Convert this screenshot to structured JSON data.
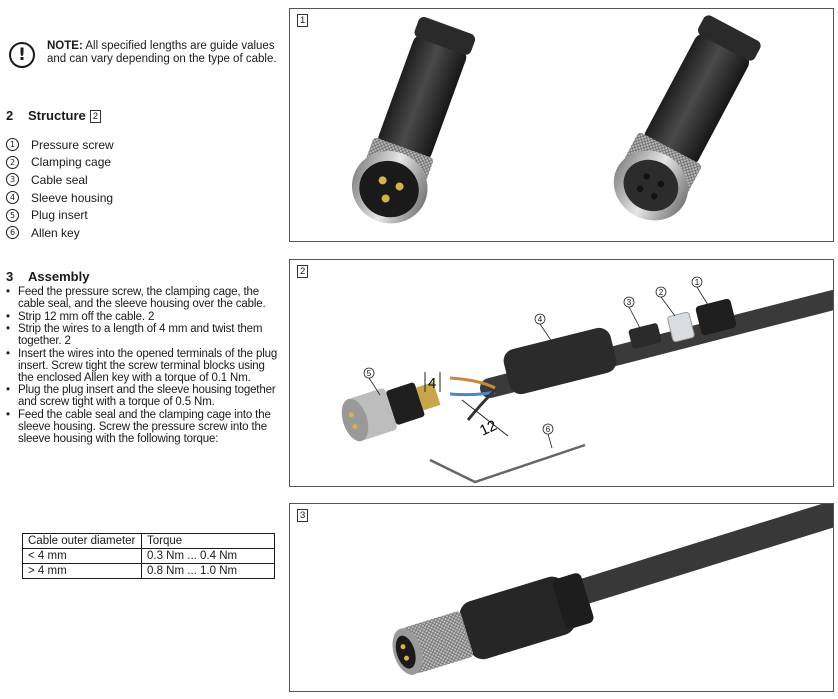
{
  "note": {
    "label": "NOTE:",
    "text": " All specified lengths are guide values and can vary depending on the type of cable."
  },
  "structure": {
    "number": "2",
    "title": "Structure",
    "ref": "2",
    "parts": [
      {
        "num": "1",
        "label": "Pressure screw"
      },
      {
        "num": "2",
        "label": "Clamping cage"
      },
      {
        "num": "3",
        "label": "Cable seal"
      },
      {
        "num": "4",
        "label": "Sleeve housing"
      },
      {
        "num": "5",
        "label": "Plug insert"
      },
      {
        "num": "6",
        "label": "Allen key"
      }
    ]
  },
  "assembly": {
    "number": "3",
    "title": "Assembly",
    "steps": [
      "Feed the pressure screw, the clamping cage, the cable seal, and the sleeve housing over the cable.",
      "Strip 12 mm off the cable. 2",
      "Strip the wires to a length of 4 mm and twist them together. 2",
      "Insert the wires into the opened terminals of the plug insert. Screw tight the screw terminal blocks using the enclosed Allen key with a torque of 0.1 Nm.",
      "Plug the plug insert and the sleeve housing together and screw tight with a torque of 0.5 Nm.",
      "Feed the cable seal and the clamping cage into the sleeve housing. Screw the pressure screw into the sleeve housing with the following torque:"
    ]
  },
  "torque_table": {
    "headers": [
      "Cable outer diameter",
      "Torque"
    ],
    "rows": [
      [
        "< 4 mm",
        "0.3 Nm ... 0.4 Nm"
      ],
      [
        "> 4 mm",
        "0.8 Nm ... 1.0 Nm"
      ]
    ]
  },
  "figures": {
    "fig1_tag": "1",
    "fig2_tag": "2",
    "fig3_tag": "3",
    "fig2_callouts": [
      "1",
      "2",
      "3",
      "4",
      "5",
      "6"
    ],
    "dim_wire": "4",
    "dim_cable": "12"
  }
}
